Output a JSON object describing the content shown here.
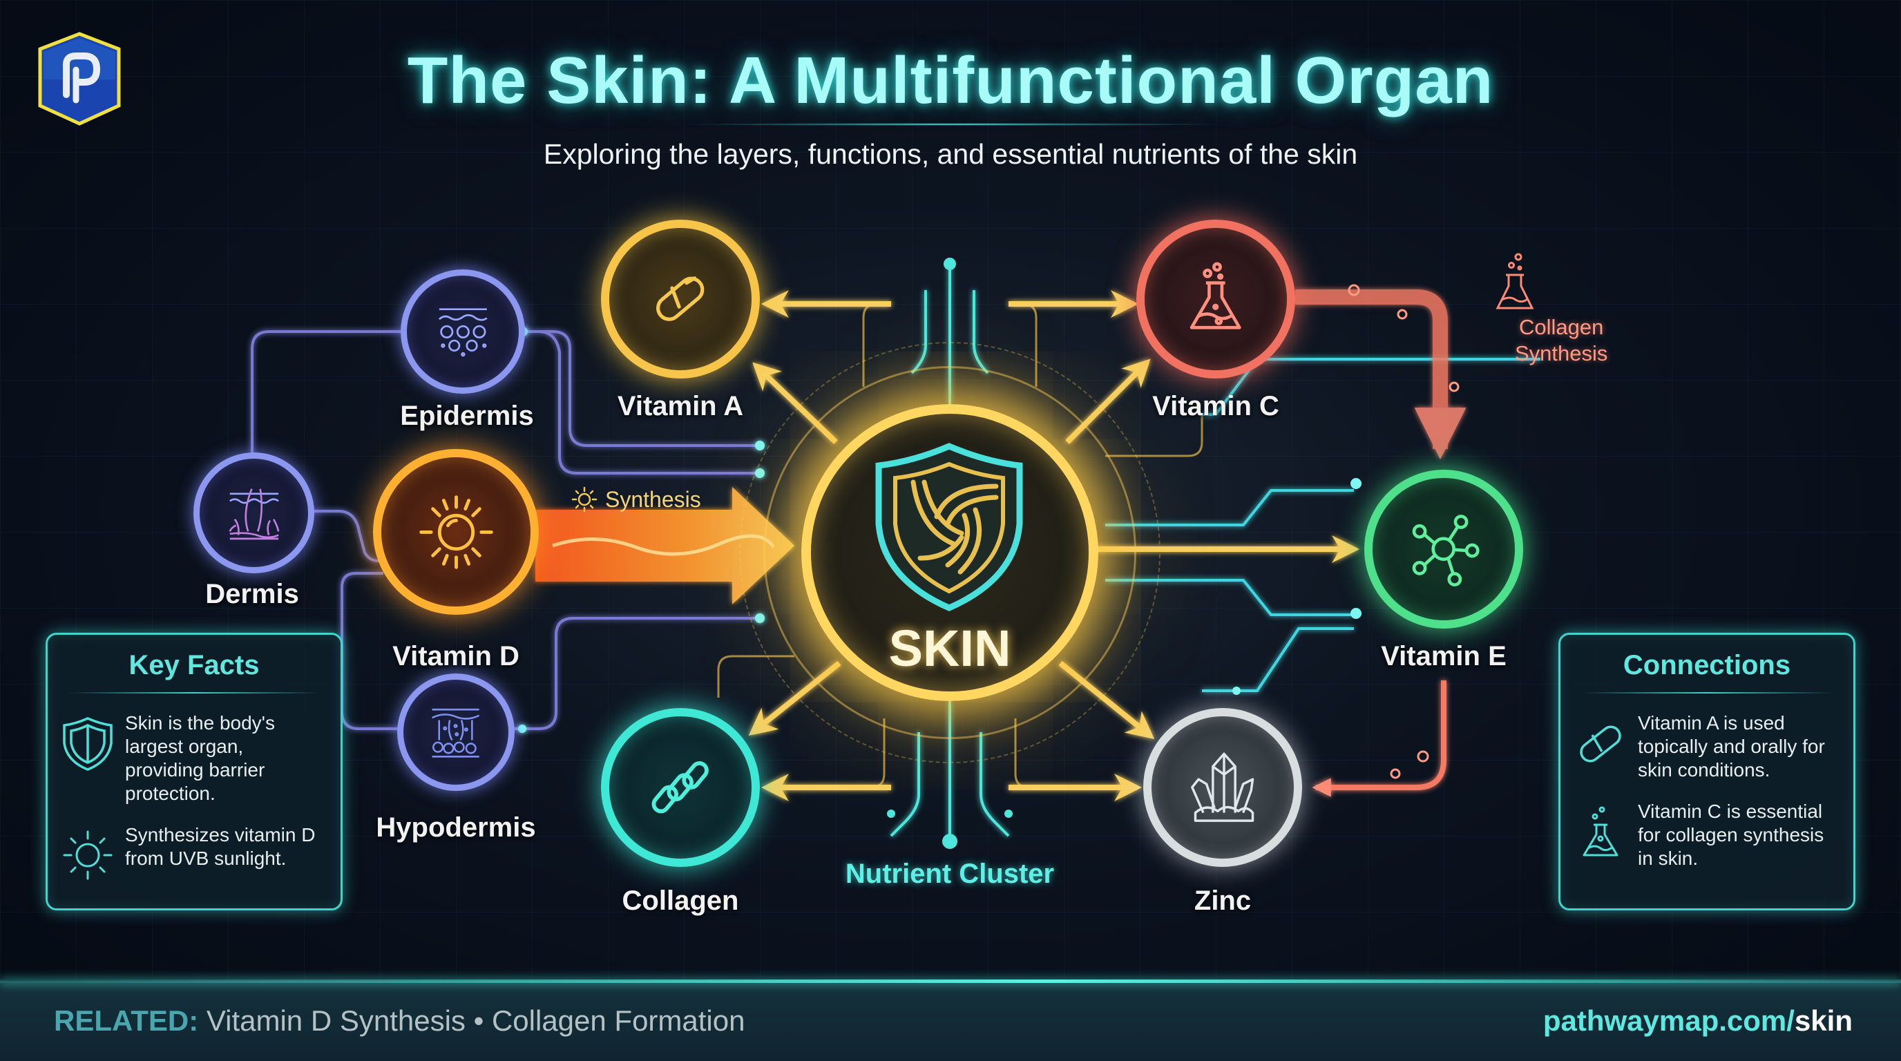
{
  "header": {
    "logo": {
      "letter": "P",
      "icon": "pathwaymap-logo-icon"
    },
    "title": "The Skin: A Multifunctional Organ",
    "subtitle": "Exploring the layers, functions, and essential nutrients of the skin"
  },
  "center": {
    "label": "SKIN",
    "icon": "shield-icon",
    "cluster_label": "Nutrient Cluster"
  },
  "layers": [
    {
      "label": "Epidermis",
      "icon": "epidermis-layer-icon",
      "color": "#8c98f0"
    },
    {
      "label": "Dermis",
      "icon": "dermis-hair-follicle-icon",
      "color": "#8c98f0"
    },
    {
      "label": "Hypodermis",
      "icon": "hypodermis-fat-icon",
      "color": "#8c98f0"
    }
  ],
  "nutrients": [
    {
      "label": "Vitamin A",
      "icon": "capsule-icon",
      "color": "#f6c54a"
    },
    {
      "label": "Vitamin C",
      "icon": "flask-icon",
      "color": "#f27261"
    },
    {
      "label": "Vitamin D",
      "icon": "sun-icon",
      "color": "#ffb030"
    },
    {
      "label": "Vitamin E",
      "icon": "molecule-icon",
      "color": "#4fe08c"
    },
    {
      "label": "Zinc",
      "icon": "crystal-icon",
      "color": "#d8dde0"
    },
    {
      "label": "Collagen",
      "icon": "chain-link-icon",
      "color": "#3ee8d4"
    }
  ],
  "edge_labels": {
    "vitamin_d_to_skin": "Synthesis",
    "vitamin_c_to_e": [
      "Collagen",
      "Synthesis"
    ]
  },
  "key_facts": {
    "title": "Key Facts",
    "items": [
      {
        "icon": "shield-icon",
        "text": "Skin is the body's largest organ, providing barrier protection."
      },
      {
        "icon": "sun-icon",
        "text": "Synthesizes vitamin D from UVB sunlight."
      }
    ]
  },
  "connections": {
    "title": "Connections",
    "items": [
      {
        "icon": "capsule-icon",
        "text": "Vitamin A is used topically and orally for skin conditions."
      },
      {
        "icon": "flask-icon",
        "text": "Vitamin C is essential for collagen synthesis in skin."
      }
    ]
  },
  "footer": {
    "related_label": "RELATED:",
    "related_items": "Vitamin D Synthesis • Collagen Formation",
    "url_domain": "pathwaymap.com/",
    "url_path": "skin"
  },
  "colors": {
    "background": "#070d18",
    "title": "#a8fbf8",
    "accent_teal": "#3fd5cc",
    "skin_gold": "#ffd660"
  }
}
